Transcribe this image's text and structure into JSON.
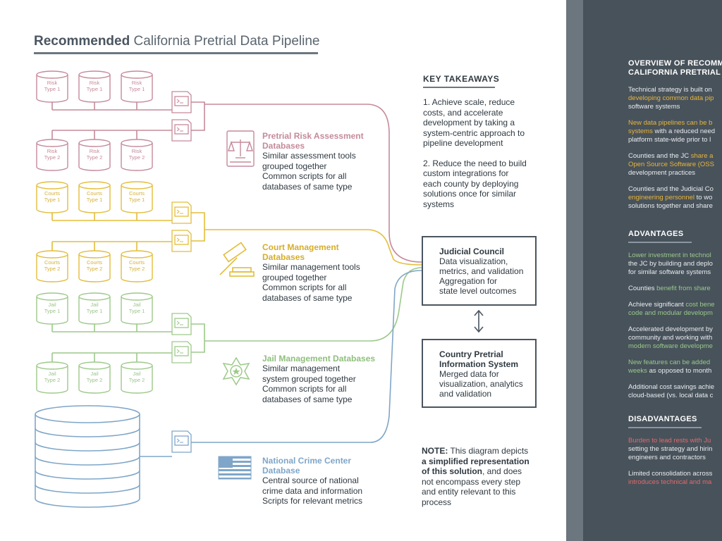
{
  "title": {
    "bold": "Recommended",
    "rest": "California Pretrial Data Pipeline"
  },
  "db_labels": {
    "risk1": [
      "Risk",
      "Type 1"
    ],
    "risk2": [
      "Risk",
      "Type 2"
    ],
    "court1": [
      "Courts",
      "Type 1"
    ],
    "court2": [
      "Courts",
      "Type 2"
    ],
    "jail1": [
      "Jail",
      "Type 1"
    ],
    "jail2": [
      "Jail",
      "Type 2"
    ]
  },
  "sections": {
    "risk": {
      "title": "Pretrial Risk Assessment Databases",
      "lines": [
        "Similar assessment tools",
        "grouped together",
        "Common scripts for all",
        "databases of same type"
      ]
    },
    "court": {
      "title": "Court Management Databases",
      "lines": [
        "Similar management tools",
        "grouped together",
        "Common scripts for all",
        "databases of same type"
      ]
    },
    "jail": {
      "title": "Jail Management Databases",
      "lines": [
        "Similar management",
        "system grouped together",
        "Common scripts for all",
        "databases of same type"
      ]
    },
    "national": {
      "title": "National Crime Center Database",
      "lines": [
        "Central source of national",
        "crime data and information",
        "Scripts for relevant metrics"
      ]
    }
  },
  "key_takeaways": {
    "heading": "KEY TAKEAWAYS",
    "item1": [
      "1. Achieve scale, reduce",
      "costs, and accelerate",
      "development by taking a",
      "system-centric approach to",
      "pipeline development"
    ],
    "item2": [
      "2. Reduce the need to build",
      "custom integrations for",
      "each county by deploying",
      "solutions once for similar",
      "systems"
    ]
  },
  "judicial_box": {
    "title": "Judicial Council",
    "lines": [
      "Data visualization,",
      "metrics, and validation",
      "Aggregation for",
      "state level outcomes"
    ]
  },
  "county_box": {
    "title": [
      "Country Pretrial",
      "Information System"
    ],
    "lines": [
      "Merged data for",
      "visualization, analytics",
      "and validation"
    ]
  },
  "note": {
    "label": "NOTE:",
    "text1": " This diagram depicts",
    "bold1": "a simplified representation",
    "bold2": "of this solution",
    "rest": [
      ", and does",
      "not encompass every step",
      "and entity relevant to this",
      "process"
    ]
  },
  "panel": {
    "overview_heading": [
      "OVERVIEW OF RECOMM",
      "CALIFORNIA PRETRIAL"
    ],
    "overview": [
      {
        "a": "Technical strategy is built on",
        "b": "developing common data pip",
        "c": "software systems"
      },
      {
        "a": "New data pipelines can be b",
        "b": "systems",
        "b2": " with a reduced need",
        "c": "platform state-wide prior to l"
      },
      {
        "a": "Counties and the JC ",
        "a2": "share a",
        "b": "Open Source Software (OSS",
        "c": "development practices"
      },
      {
        "a": "Counties and the Judicial Co",
        "b": "engineering personnel",
        "b2": " to wo",
        "c": "solutions together and share"
      }
    ],
    "advantages_heading": "ADVANTAGES",
    "advantages": [
      {
        "a": "Lower investment in technol",
        "b": "the JC by building and deplo",
        "c": "for similar software systems"
      },
      {
        "a": "Counties ",
        "a2": "benefit from share"
      },
      {
        "a": "Achieve significant ",
        "a2": "cost bene",
        "b": "code and modular developm"
      },
      {
        "a": "Accelerated development by",
        "b": "community and working with",
        "c": "modern software developme"
      },
      {
        "a": "New features can be added ",
        "b": "weeks",
        "b2": " as opposed to month"
      },
      {
        "a": "Additional cost savings achie",
        "b": "cloud-based (vs. local data c"
      }
    ],
    "disadvantages_heading": "DISADVANTAGES",
    "disadvantages": [
      {
        "a": "Burden to lead rests with Ju",
        "b": "setting the strategy and hirin",
        "c": "engineers and contractors"
      },
      {
        "a": "Limited consolidation across",
        "b": "introduces technical and ma"
      }
    ]
  },
  "colors": {
    "risk": "#c58a9a",
    "court": "#e3bd3a",
    "jail": "#9dc98a",
    "national": "#7fa6c8",
    "panel": "#48525b",
    "ink": "#4a5560"
  }
}
